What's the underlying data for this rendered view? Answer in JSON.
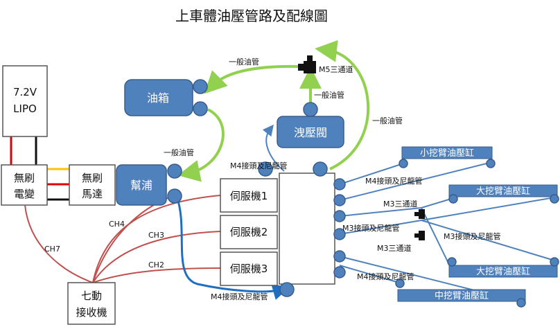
{
  "title": "上車體油壓管路及配線圖",
  "battery": {
    "line1": "7.2V",
    "line2": "LIPO"
  },
  "esc": {
    "line1": "無刷",
    "line2": "電變"
  },
  "motor": {
    "line1": "無刷",
    "line2": "馬達"
  },
  "pump": "幫浦",
  "tank": "油箱",
  "relief_valve": "洩壓閥",
  "servos": [
    "伺服機1",
    "伺服機2",
    "伺服機3"
  ],
  "receiver": {
    "line1": "七動",
    "line2": "接收機"
  },
  "cylinders": {
    "small_arm": "小挖臂油壓缸",
    "big_arm_1": "大挖臂油壓缸",
    "big_arm_2": "大挖臂油壓缸",
    "mid_arm": "中挖臂油壓缸"
  },
  "labels": {
    "general_hose_top": "一般油管",
    "general_hose_mid": "一般油管",
    "general_hose_right": "一般油管",
    "general_hose_pump": "一般油管",
    "m5_tee": "M5三通道",
    "m4_fitting_top": "M4接頭及尼龍管",
    "m4_fitting_right": "M4接頭及尼龍管",
    "m3_tee_1": "M3三通道",
    "m3_fitting_left": "M3接頭及尼龍管",
    "m3_fitting_right": "M3接頭及尼龍管",
    "m3_tee_2": "M3三通道",
    "m4_fitting_low": "M4接頭及尼龍管",
    "m4_fitting_bottom": "M4接頭及尼龍管"
  },
  "channels": [
    "CH4",
    "CH3",
    "CH2",
    "CH7"
  ],
  "colors": {
    "hydraulic_blue": "#4f81bd",
    "hose_green": "#92d050",
    "wire_red": "#c0504d",
    "power_red": "#e00000",
    "power_yellow": "#ffc000",
    "servo_blue": "#1f6fc0"
  }
}
